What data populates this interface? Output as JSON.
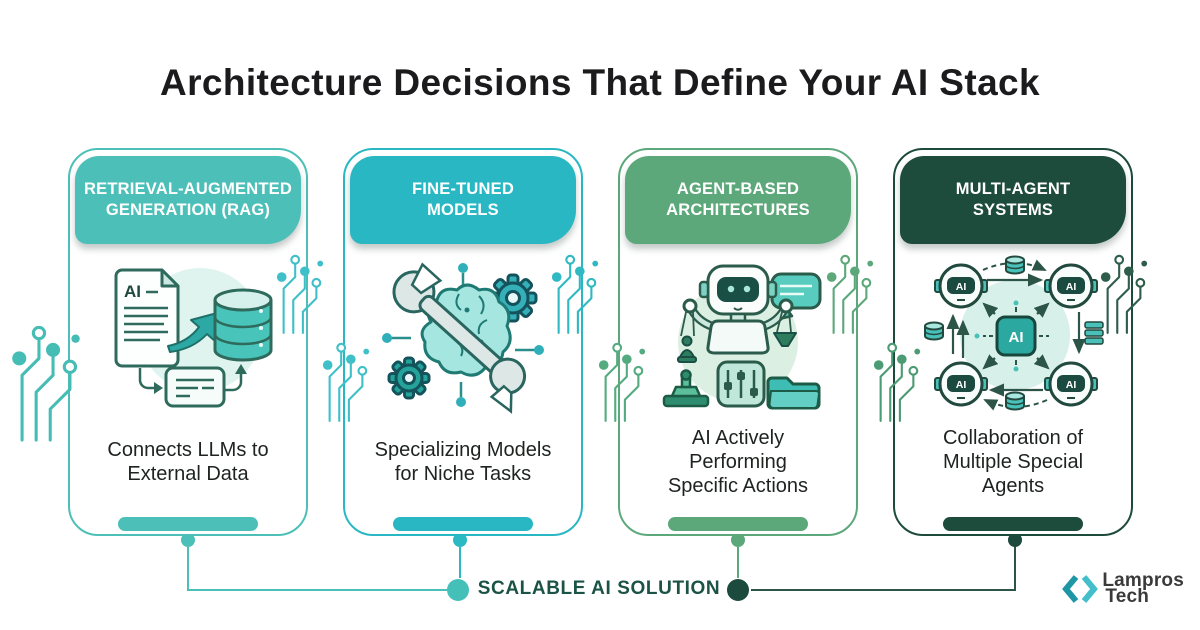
{
  "title": "Architecture Decisions That Define Your AI Stack",
  "cards": [
    {
      "header": "RETRIEVAL-AUGMENTED\nGENERATION (RAG)",
      "description": "Connects LLMs to\nExternal Data",
      "theme_color": "#4cc0b8",
      "icon": "document-to-database-icon"
    },
    {
      "header": "FINE-TUNED\nMODELS",
      "description": "Specializing Models\nfor Niche Tasks",
      "theme_color": "#29b8c3",
      "icon": "wrench-brain-gears-icon"
    },
    {
      "header": "AGENT-BASED\nARCHITECTURES",
      "description": "AI Actively\nPerforming\nSpecific Actions",
      "theme_color": "#5ca87a",
      "icon": "robot-performing-actions-icon"
    },
    {
      "header": "MULTI-AGENT\nSYSTEMS",
      "description": "Collaboration of\nMultiple Special\nAgents",
      "theme_color": "#1c4a3c",
      "icon": "multi-agent-network-icon"
    }
  ],
  "connector": {
    "label": "SCALABLE AI SOLUTION",
    "label_color": "#1b5346"
  },
  "logo": {
    "line1": "Lampros",
    "line2": "Tech",
    "icon": "angle-brackets-icon",
    "accent_color": "#2baab8",
    "text_color": "#3a3a3a"
  }
}
